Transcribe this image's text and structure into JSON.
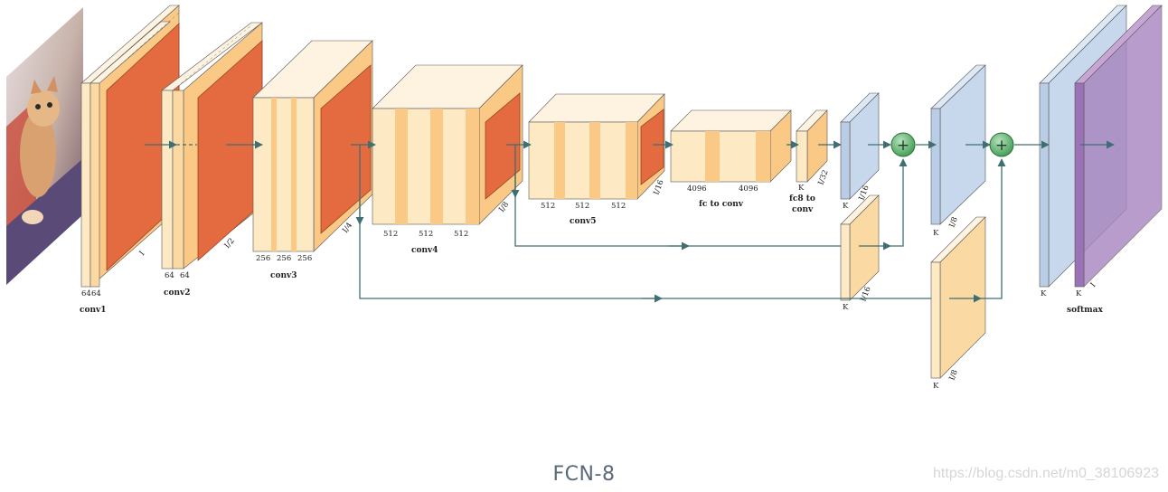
{
  "caption": "FCN-8",
  "watermark": "https://blog.csdn.net/m0_38106923",
  "colors": {
    "conv_face": "#fde9c4",
    "conv_stripe": "#fbc986",
    "conv_top": "#fdf3e0",
    "pool_face": "#e46a3f",
    "pool_top": "#f39a6c",
    "score_face": "#c8d8ec",
    "score_top": "#dde8f5",
    "softmax_face": "#a784bf",
    "softmax_top": "#c7a6d6",
    "sum_node": "#5cb26a",
    "arrow": "#3f6f72"
  },
  "input_image": {
    "description": "cat-icon"
  },
  "blocks": {
    "conv1": {
      "name": "conv1",
      "channels": [
        "64",
        "64"
      ],
      "scale": "I"
    },
    "conv2": {
      "name": "conv2",
      "channels": [
        "64",
        "64"
      ],
      "scale": "I/2"
    },
    "conv3": {
      "name": "conv3",
      "channels": [
        "256",
        "256",
        "256"
      ],
      "scale": "I/4"
    },
    "conv4": {
      "name": "conv4",
      "channels": [
        "512",
        "512",
        "512"
      ],
      "scale": "I/8"
    },
    "conv5": {
      "name": "conv5",
      "channels": [
        "512",
        "512",
        "512"
      ],
      "scale": "I/16"
    },
    "fc": {
      "name": "fc to conv",
      "channels": [
        "4096",
        "4096"
      ]
    },
    "fc8": {
      "name_line1": "fc8 to",
      "name_line2": "conv",
      "channels": [
        "K"
      ],
      "scale": "I/32"
    },
    "score_a": {
      "channel": "K",
      "scale": "I/16"
    },
    "score_b": {
      "channel": "K",
      "scale": "I/16"
    },
    "score_c": {
      "channel": "K",
      "scale": "I/8"
    },
    "score_d": {
      "channel": "K",
      "scale": "I/8"
    },
    "softmax": {
      "name": "softmax",
      "channels": [
        "K",
        "K"
      ],
      "scale": "I"
    }
  },
  "sum_symbol": "+"
}
